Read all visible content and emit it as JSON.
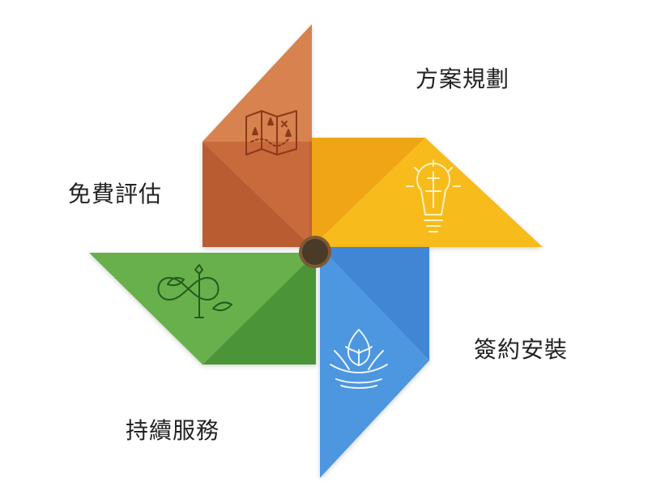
{
  "steps": [
    {
      "label": "方案規劃",
      "color": "#D4774A",
      "icon": "map-icon"
    },
    {
      "label": "免費評估",
      "color": "#5FA845",
      "icon": "infinity-wrench-icon"
    },
    {
      "label": "簽約安裝",
      "color": "#4A90D9",
      "icon": "leaf-hands-icon"
    },
    {
      "label": "持續服務",
      "color": "#F4B41A",
      "icon": "lightbulb-icon"
    }
  ],
  "colors": {
    "orange": "#D4774A",
    "orange_dark": "#B85F35",
    "yellow": "#F4B41A",
    "yellow_dark": "#E59F0B",
    "blue": "#4A90D9",
    "blue_dark": "#3479C4",
    "green": "#5FA845",
    "green_dark": "#4A8F35",
    "center": "#4A3A28",
    "center_ring": "#8B6A3E"
  }
}
